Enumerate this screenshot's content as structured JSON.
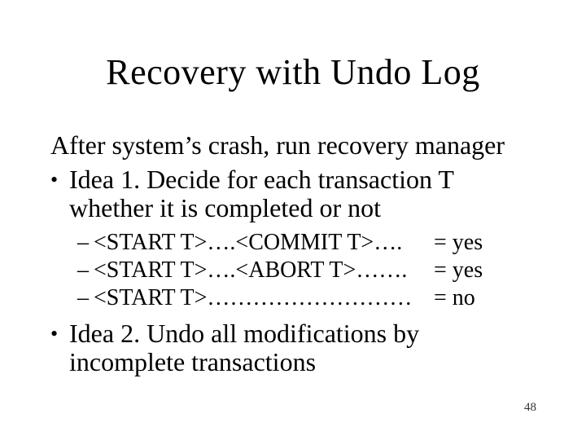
{
  "slide": {
    "title": "Recovery with Undo Log",
    "lead": "After system’s crash, run recovery manager",
    "bullets": [
      {
        "marker": "•",
        "text": "Idea 1. Decide for each transaction T whether it is completed or not"
      },
      {
        "marker": "•",
        "text": "Idea 2. Undo all modifications by incomplete transactions"
      }
    ],
    "sub_bullets": [
      {
        "marker": "–",
        "sequence": "<START T>….<COMMIT T>….",
        "result": "= yes"
      },
      {
        "marker": "–",
        "sequence": "<START T>….<ABORT T>…….",
        "result": "= yes"
      },
      {
        "marker": "–",
        "sequence": "<START T>………………………",
        "result": "= no"
      }
    ],
    "page_number": "48",
    "colors": {
      "background": "#ffffff",
      "text": "#000000",
      "page_number": "#323232"
    }
  }
}
